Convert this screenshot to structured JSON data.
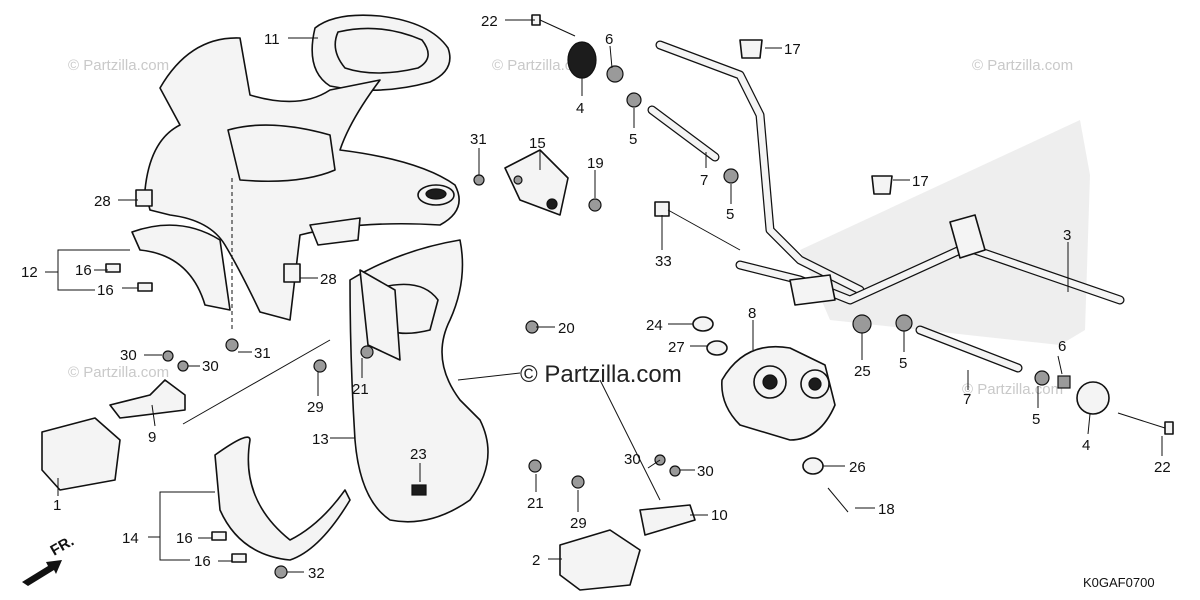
{
  "watermark": "© Partzilla.com",
  "center_watermark": "© Partzilla.com",
  "diagram_code": "K0GAF0700",
  "front_indicator": "FR.",
  "callouts": [
    {
      "id": "c22a",
      "text": "22"
    },
    {
      "id": "c6a",
      "text": "6"
    },
    {
      "id": "c4a",
      "text": "4"
    },
    {
      "id": "c5a",
      "text": "5"
    },
    {
      "id": "c17a",
      "text": "17"
    },
    {
      "id": "c11",
      "text": "11"
    },
    {
      "id": "c31a",
      "text": "31"
    },
    {
      "id": "c15",
      "text": "15"
    },
    {
      "id": "c19",
      "text": "19"
    },
    {
      "id": "c7a",
      "text": "7"
    },
    {
      "id": "c5b",
      "text": "5"
    },
    {
      "id": "c17b",
      "text": "17"
    },
    {
      "id": "c28a",
      "text": "28"
    },
    {
      "id": "c33",
      "text": "33"
    },
    {
      "id": "c3",
      "text": "3"
    },
    {
      "id": "c12",
      "text": "12"
    },
    {
      "id": "c16a",
      "text": "16"
    },
    {
      "id": "c16b",
      "text": "16"
    },
    {
      "id": "c28b",
      "text": "28"
    },
    {
      "id": "c20",
      "text": "20"
    },
    {
      "id": "c24",
      "text": "24"
    },
    {
      "id": "c8",
      "text": "8"
    },
    {
      "id": "c27",
      "text": "27"
    },
    {
      "id": "c25",
      "text": "25"
    },
    {
      "id": "c5c",
      "text": "5"
    },
    {
      "id": "c6b",
      "text": "6"
    },
    {
      "id": "c30a",
      "text": "30"
    },
    {
      "id": "c30b",
      "text": "30"
    },
    {
      "id": "c31b",
      "text": "31"
    },
    {
      "id": "c21a",
      "text": "21"
    },
    {
      "id": "c29a",
      "text": "29"
    },
    {
      "id": "c7b",
      "text": "7"
    },
    {
      "id": "c5d",
      "text": "5"
    },
    {
      "id": "c4b",
      "text": "4"
    },
    {
      "id": "c22b",
      "text": "22"
    },
    {
      "id": "c9",
      "text": "9"
    },
    {
      "id": "c13",
      "text": "13"
    },
    {
      "id": "c23",
      "text": "23"
    },
    {
      "id": "c26",
      "text": "26"
    },
    {
      "id": "c30c",
      "text": "30"
    },
    {
      "id": "c30d",
      "text": "30"
    },
    {
      "id": "c1",
      "text": "1"
    },
    {
      "id": "c21b",
      "text": "21"
    },
    {
      "id": "c29b",
      "text": "29"
    },
    {
      "id": "c10",
      "text": "10"
    },
    {
      "id": "c18",
      "text": "18"
    },
    {
      "id": "c14",
      "text": "14"
    },
    {
      "id": "c16c",
      "text": "16"
    },
    {
      "id": "c16d",
      "text": "16"
    },
    {
      "id": "c32",
      "text": "32"
    },
    {
      "id": "c2",
      "text": "2"
    }
  ]
}
